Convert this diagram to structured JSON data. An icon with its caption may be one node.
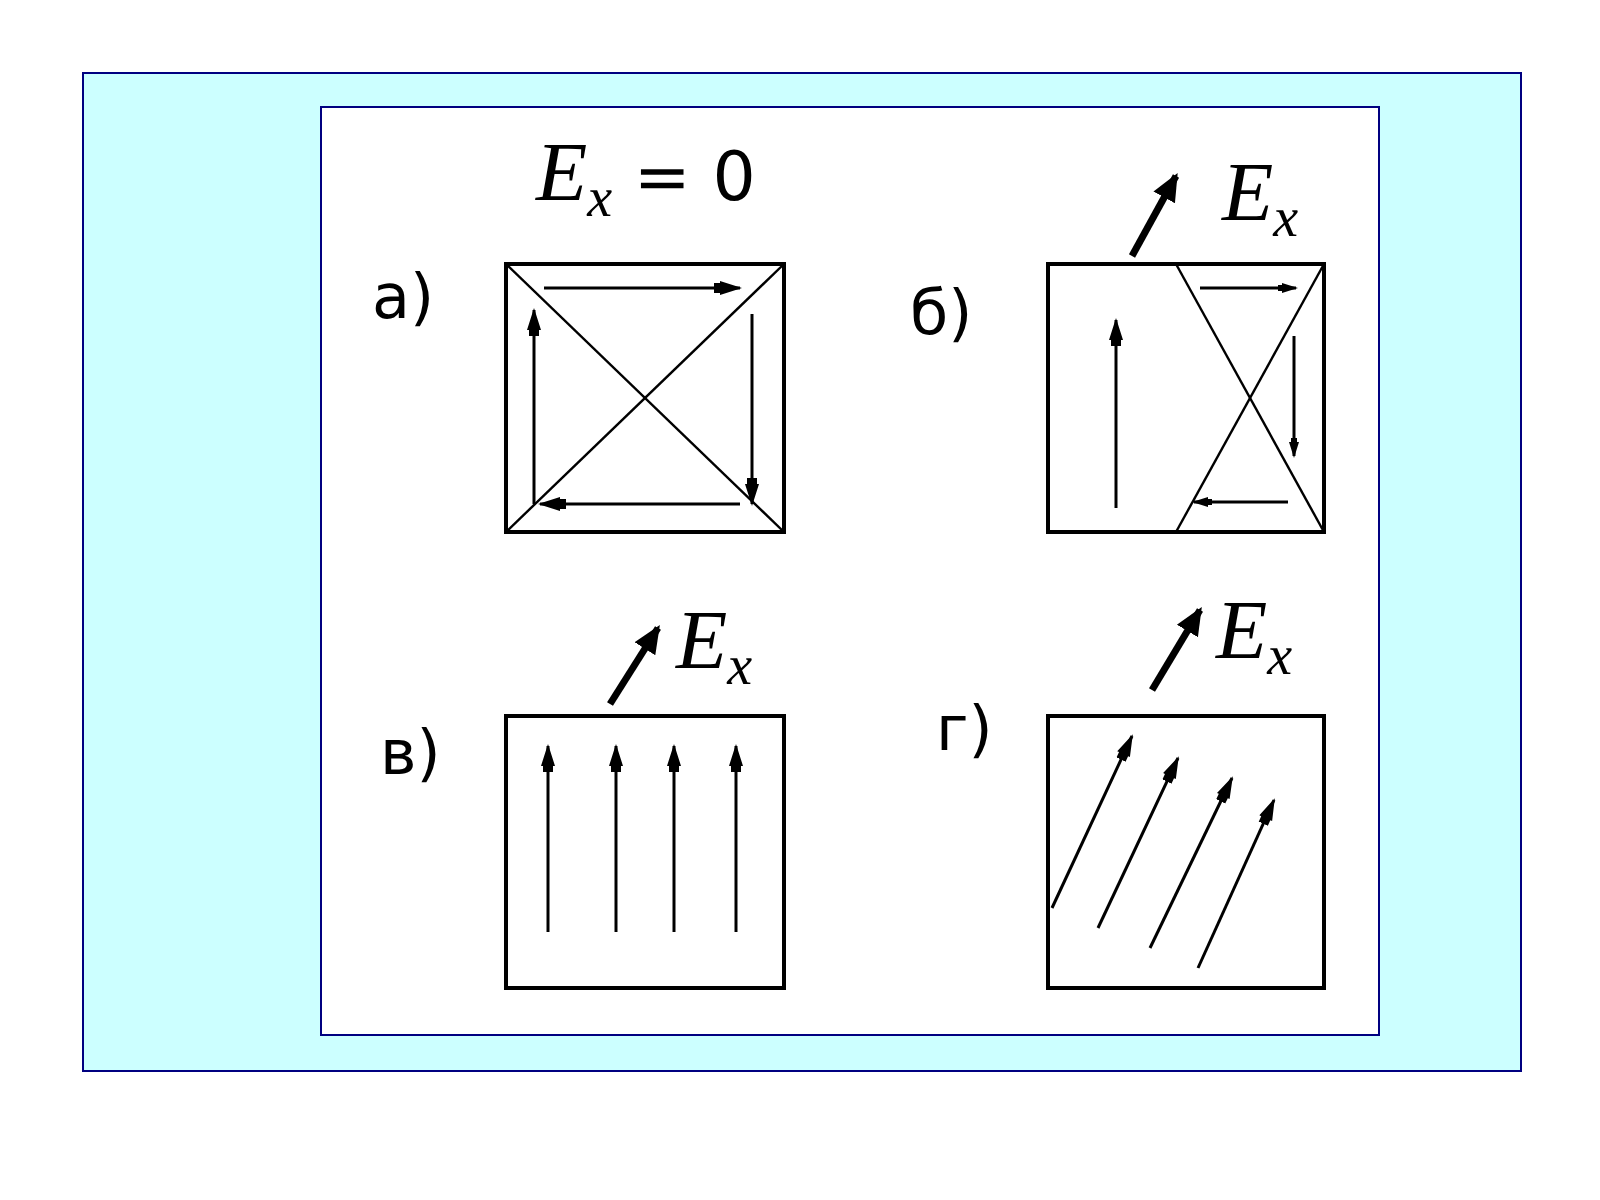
{
  "diagram": {
    "labels": [
      "*E*$_{x}$ = 0",
      "*E*$_{x}$",
      "а)",
      "б)",
      "*E*$_{x}$",
      "*E*$_{x}$",
      "в)",
      "г)"
    ]
  }
}
